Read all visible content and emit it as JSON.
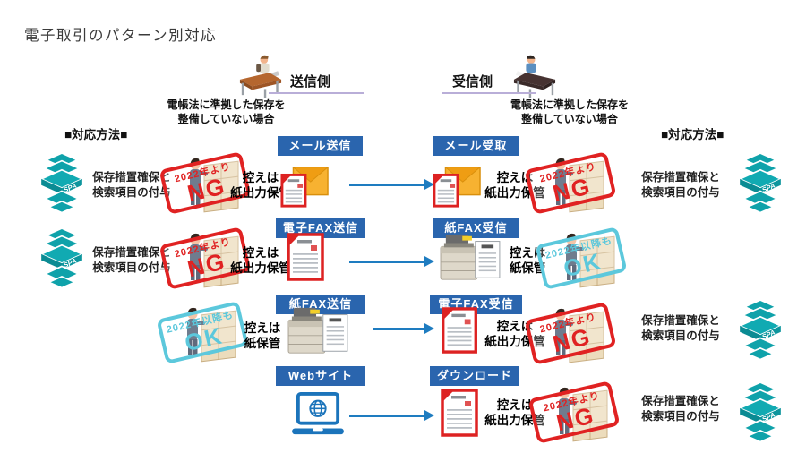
{
  "title": "電子取引のパターン別対応",
  "sender": {
    "label": "送信側",
    "note1": "電帳法に準拠した保存を",
    "note2": "整備していない場合"
  },
  "receiver": {
    "label": "受信側",
    "note1": "電帳法に準拠した保存を",
    "note2": "整備していない場合"
  },
  "method_heading": "■対応方法■",
  "rows": [
    {
      "send": "メール送信",
      "receive": "メール受取"
    },
    {
      "send": "電子FAX送信",
      "receive": "紙FAX受信"
    },
    {
      "send": "紙FAX送信",
      "receive": "電子FAX受信"
    },
    {
      "send": "Webサイト",
      "receive": "ダウンロード"
    }
  ],
  "labels": {
    "method_line1": "保存措置確保と",
    "method_line2": "検索項目の付与",
    "copy_line": "控えは",
    "print_store": "紙出力保管",
    "paper_store": "紙保管",
    "ng_top": "2022年より",
    "ng_main": "NG",
    "ok_top": "2022年以降も",
    "ok_main": "OK",
    "spa_tag": "SPA"
  },
  "colors": {
    "header_blue": "#2a65ae",
    "arrow_blue": "#1e7cc0",
    "teal": "#0fa2aa",
    "ng_red": "#e02222",
    "ok_blue": "#5cc8dc",
    "underline_purple": "#b9aed8",
    "envelope_orange": "#f7b231",
    "laptop_blue": "#1b74bb"
  }
}
